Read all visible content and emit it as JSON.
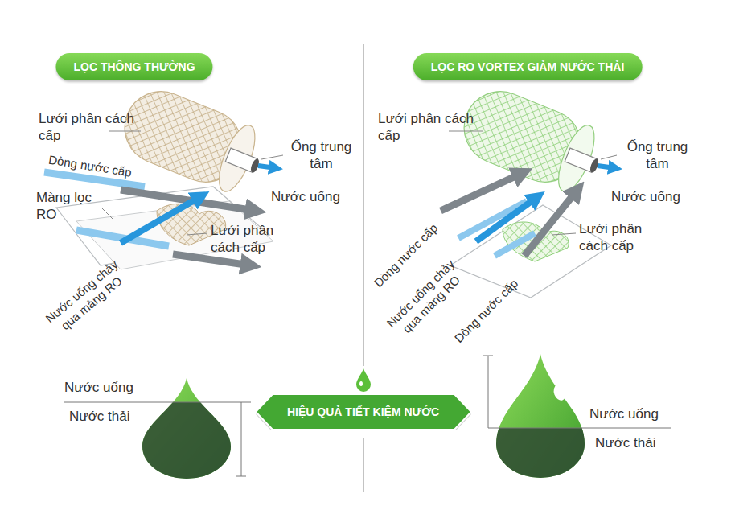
{
  "diagram": {
    "nodes": [
      {
        "text": [
          "LỌC THÔNG THƯỜNG"
        ]
      },
      {
        "text": [
          "LỌC RO VORTEX GIẢM NƯỚC THẢI"
        ]
      },
      {
        "text": [
          "HIỆU QUẢ TIẾT KIỆM NƯỚC"
        ]
      }
    ],
    "labels": [
      "Lưới phân cách cấp",
      "Ống trung tâm",
      "Dòng nước cấp",
      "Nước uống",
      "Màng lọc RO",
      "Lưới phân cách cấp",
      "Nước uống chảy qua màng RO",
      "Nước uống",
      "Nước thải",
      "Lưới phân cách cấp",
      "Ống trung tâm",
      "Nước uống",
      "Lưới phân cách cấp",
      "Dòng nước cấp",
      "Nước uống chảy qua màng RO",
      "Dòng nước cấp",
      "Nước uống",
      "Nước thải"
    ]
  }
}
